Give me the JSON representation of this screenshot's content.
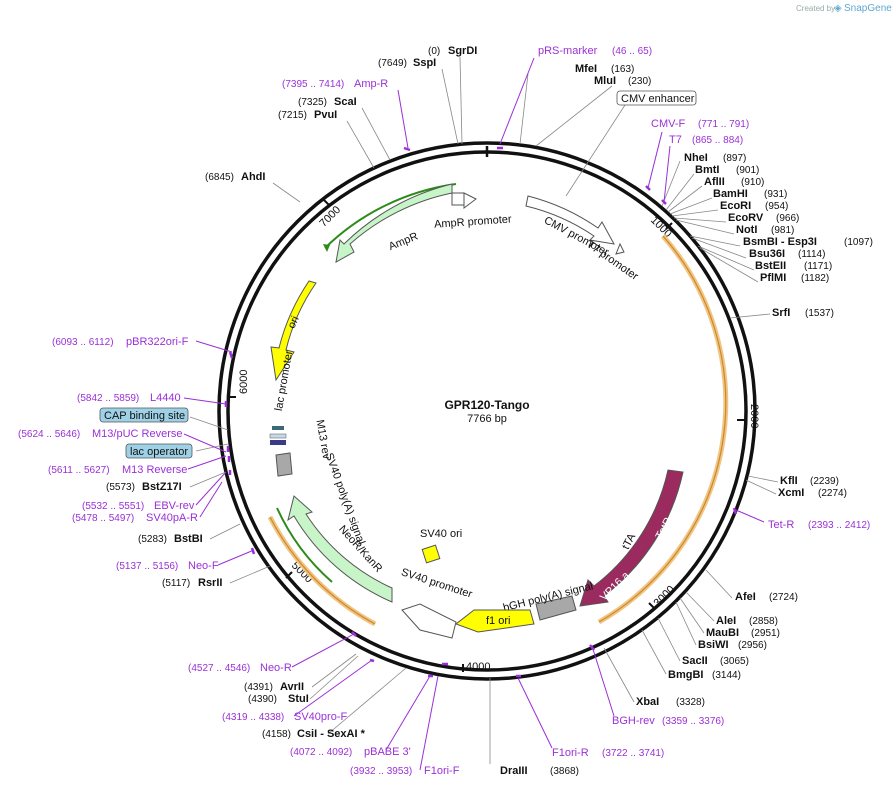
{
  "credit": {
    "text": "Created by",
    "brand": "SnapGene"
  },
  "plasmid": {
    "name": "GPR120-Tango",
    "size_label": "7766 bp",
    "length": 7766
  },
  "ticks": [
    "1000",
    "2000",
    "3000",
    "4000",
    "5000",
    "6000",
    "7000"
  ],
  "enzymes": [
    {
      "name": "SgrDI",
      "pos": "(0)"
    },
    {
      "name": "SspI",
      "pos": "(7649)"
    },
    {
      "name": "MfeI",
      "pos": "(163)"
    },
    {
      "name": "MluI",
      "pos": "(230)"
    },
    {
      "name": "ScaI",
      "pos": "(7325)"
    },
    {
      "name": "PvuI",
      "pos": "(7215)"
    },
    {
      "name": "AhdI",
      "pos": "(6845)"
    },
    {
      "name": "NheI",
      "pos": "(897)"
    },
    {
      "name": "BmtI",
      "pos": "(901)"
    },
    {
      "name": "AflII",
      "pos": "(910)"
    },
    {
      "name": "BamHI",
      "pos": "(931)"
    },
    {
      "name": "EcoRI",
      "pos": "(954)"
    },
    {
      "name": "EcoRV",
      "pos": "(966)"
    },
    {
      "name": "NotI",
      "pos": "(981)"
    },
    {
      "name": "BsmBI - Esp3I",
      "pos": "(1097)"
    },
    {
      "name": "Bsu36I",
      "pos": "(1114)"
    },
    {
      "name": "BstEII",
      "pos": "(1171)"
    },
    {
      "name": "PflMI",
      "pos": "(1182)"
    },
    {
      "name": "SrfI",
      "pos": "(1537)"
    },
    {
      "name": "KflI",
      "pos": "(2239)"
    },
    {
      "name": "XcmI",
      "pos": "(2274)"
    },
    {
      "name": "AfeI",
      "pos": "(2724)"
    },
    {
      "name": "AleI",
      "pos": "(2858)"
    },
    {
      "name": "MauBI",
      "pos": "(2951)"
    },
    {
      "name": "BsiWI",
      "pos": "(2956)"
    },
    {
      "name": "SacII",
      "pos": "(3065)"
    },
    {
      "name": "BmgBI",
      "pos": "(3144)"
    },
    {
      "name": "XbaI",
      "pos": "(3328)"
    },
    {
      "name": "DraIII",
      "pos": "(3868)"
    },
    {
      "name": "CsiI - SexAI *",
      "pos": "(4158)"
    },
    {
      "name": "StuI",
      "pos": "(4390)"
    },
    {
      "name": "AvrII",
      "pos": "(4391)"
    },
    {
      "name": "RsrII",
      "pos": "(5117)"
    },
    {
      "name": "BstBI",
      "pos": "(5283)"
    },
    {
      "name": "BstZ17I",
      "pos": "(5573)"
    }
  ],
  "primers": [
    {
      "name": "pRS-marker",
      "range": "(46 .. 65)"
    },
    {
      "name": "Amp-R",
      "range": "(7395 .. 7414)"
    },
    {
      "name": "CMV-F",
      "range": "(771 .. 791)"
    },
    {
      "name": "T7",
      "range": "(865 .. 884)"
    },
    {
      "name": "pBR322ori-F",
      "range": "(6093 .. 6112)"
    },
    {
      "name": "L4440",
      "range": "(5842 .. 5859)"
    },
    {
      "name": "M13/pUC Reverse",
      "range": "(5624 .. 5646)"
    },
    {
      "name": "M13 Reverse",
      "range": "(5611 .. 5627)"
    },
    {
      "name": "EBV-rev",
      "range": "(5532 .. 5551)"
    },
    {
      "name": "SV40pA-R",
      "range": "(5478 .. 5497)"
    },
    {
      "name": "Neo-F",
      "range": "(5137 .. 5156)"
    },
    {
      "name": "Tet-R",
      "range": "(2393 .. 2412)"
    },
    {
      "name": "BGH-rev",
      "range": "(3359 .. 3376)"
    },
    {
      "name": "F1ori-R",
      "range": "(3722 .. 3741)"
    },
    {
      "name": "F1ori-F",
      "range": "(3932 .. 3953)"
    },
    {
      "name": "pBABE 3'",
      "range": "(4072 .. 4092)"
    },
    {
      "name": "SV40pro-F",
      "range": "(4319 .. 4338)"
    },
    {
      "name": "Neo-R",
      "range": "(4527 .. 4546)"
    }
  ],
  "boxed_labels": [
    "CMV enhancer",
    "CAP binding site",
    "lac operator"
  ],
  "features": {
    "ampr": "AmpR",
    "ampr_promoter": "AmpR promoter",
    "ori": "ori",
    "cmv_promoter": "CMV promoter",
    "t7_promoter": "T7 promoter",
    "lac_promoter": "lac promoter",
    "m13_rev": "M13 rev",
    "sv40_polya": "SV40 poly(A) signal",
    "neokan": "NeoR/KanR",
    "sv40_ori": "SV40 ori",
    "sv40_promoter": "SV40 promoter",
    "f1_ori": "f1 ori",
    "bgh_polya": "bGH poly(A) signal",
    "vp16": "VP16 a...",
    "tetr": "TetR",
    "tta": "tTA"
  },
  "colors": {
    "primer": "#9b30d6",
    "ampr": "#c8f5c8",
    "ori": "#ffff00",
    "tetr": "#9b2a5f",
    "orf_highlight": "#f5c27a",
    "lac_operator": "#9fd1e6",
    "gray_feature": "#a8a8a8",
    "orf_line": "#2e8b1a"
  }
}
